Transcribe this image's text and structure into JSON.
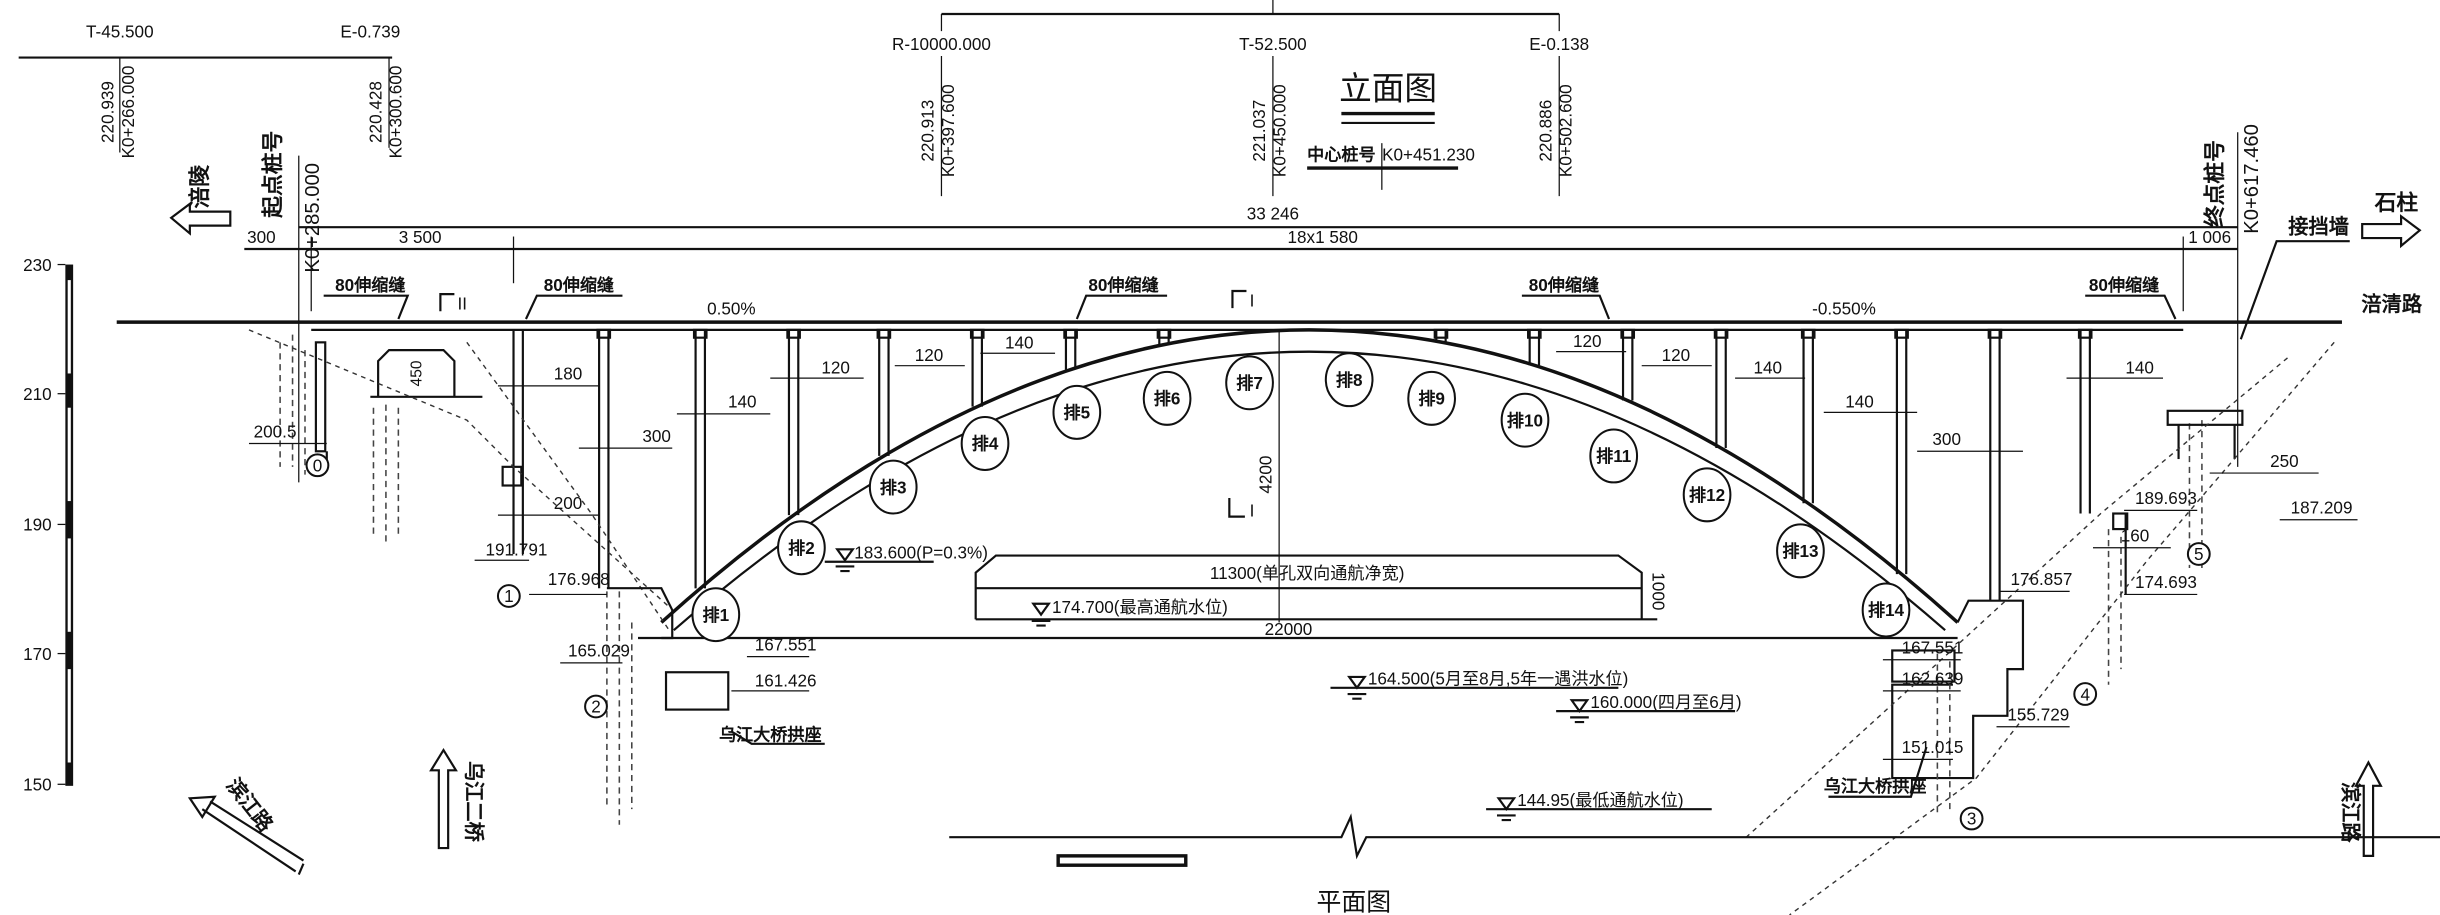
{
  "title": "立面图",
  "center_station": {
    "label": "中心桩号",
    "value": "K0+451.230"
  },
  "curve_points": [
    {
      "param": "T-45.500",
      "elev": "220.939",
      "station": "K0+266.000"
    },
    {
      "param": "E-0.739",
      "elev": "220.428",
      "station": "K0+300.600"
    },
    {
      "param": "R-10000.000",
      "elev": "220.913",
      "station": "K0+397.600"
    },
    {
      "param": "T-52.500",
      "elev": "221.037",
      "station": "K0+450.000"
    },
    {
      "param": "E-0.138",
      "elev": "220.886",
      "station": "K0+502.600"
    }
  ],
  "start_station": {
    "label": "起点桩号",
    "value": "K0+285.000"
  },
  "end_station": {
    "label": "终点桩号",
    "value": "K0+617.460"
  },
  "dimensions": {
    "total": "33 246",
    "left_offset": "300",
    "first_span": "3 500",
    "spans": "18x1 580",
    "last_span": "1 006",
    "clear_width": "11300(单孔双向通航净宽)",
    "clearance_height": "1000",
    "arch_span": "22000",
    "arch_rise": "4200",
    "box_height": "450"
  },
  "slopes": {
    "left": "0.50%",
    "right": "-0.550%"
  },
  "expansion_joint": "80伸缩缝",
  "sections": {
    "II": "II",
    "I": "I"
  },
  "member_dims": [
    "180",
    "300",
    "200",
    "140",
    "120",
    "120",
    "140",
    "120",
    "120",
    "140",
    "140",
    "300",
    "140",
    "250",
    "160"
  ],
  "ribs": [
    "排1",
    "排2",
    "排3",
    "排4",
    "排5",
    "排6",
    "排7",
    "排8",
    "排9",
    "排10",
    "排11",
    "排12",
    "排13",
    "排14"
  ],
  "water_levels": [
    "183.600(P=0.3%)",
    "174.700(最高通航水位)",
    "164.500(5月至8月,5年一遇洪水位)",
    "160.000(四月至6月)",
    "144.95(最低通航水位)"
  ],
  "elevations": {
    "left": [
      "200.5",
      "191.791",
      "176.968",
      "165.029",
      "167.551",
      "161.426"
    ],
    "right": [
      "176.857",
      "167.551",
      "162.639",
      "155.729",
      "151.015",
      "189.693",
      "174.693",
      "187.209"
    ]
  },
  "abutment": "乌江大桥拱座",
  "piers": [
    "0",
    "1",
    "2",
    "3",
    "4",
    "5"
  ],
  "retaining_wall": "接挡墙",
  "directions": {
    "fuling": "涪陵",
    "shizhu": "石柱",
    "fuqing_road": "涪清路",
    "binjiang_road": "滨江路",
    "wujiang_bridge2": "乌江二桥"
  },
  "elevation_scale": {
    "ticks": [
      "230",
      "210",
      "190",
      "170",
      "150"
    ]
  },
  "plan_title": "平面图"
}
